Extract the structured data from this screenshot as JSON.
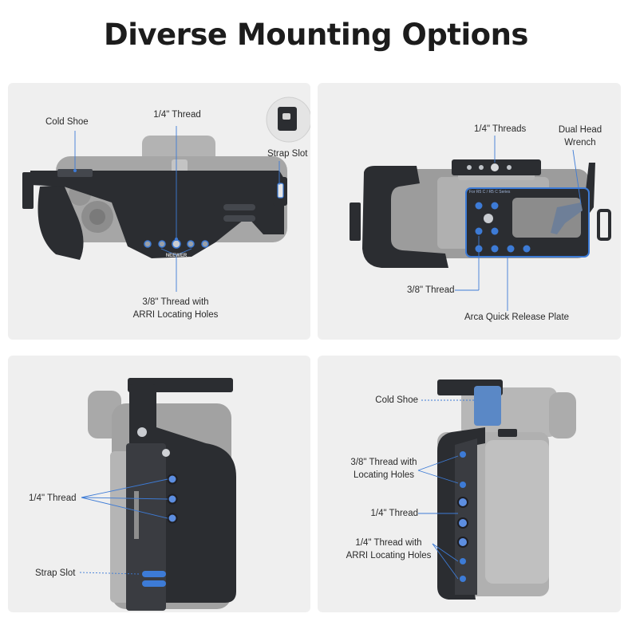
{
  "title": "Diverse Mounting Options",
  "colors": {
    "cage_dark": "#2b2d31",
    "camera_gray": "#a9a9a9",
    "accent_blue": "#3d7bd6",
    "panel_bg": "#efefef"
  },
  "panels": [
    {
      "labels": {
        "cold_shoe": "Cold Shoe",
        "thread_quarter": "1/4\" Thread",
        "strap_slot": "Strap Slot",
        "thread_38_line1": "3/8\" Thread with",
        "thread_38_line2": "ARRI Locating Holes"
      },
      "logo_text": "NEEWER"
    },
    {
      "labels": {
        "threads_quarter": "1/4\" Threads",
        "wrench_line1": "Dual Head",
        "wrench_line2": "Wrench",
        "thread_38": "3/8\" Thread",
        "arca_plate": "Arca Quick Release Plate"
      },
      "plate_text": "For R5 C / R5 C Series"
    },
    {
      "labels": {
        "thread_quarter": "1/4\" Thread",
        "strap_slot": "Strap Slot"
      }
    },
    {
      "labels": {
        "cold_shoe": "Cold Shoe",
        "thread_38_line1": "3/8\" Thread with",
        "thread_38_line2": "Locating Holes",
        "thread_quarter": "1/4\" Thread",
        "thread_arri_line1": "1/4\" Thread with",
        "thread_arri_line2": "ARRI Locating Holes"
      }
    }
  ]
}
